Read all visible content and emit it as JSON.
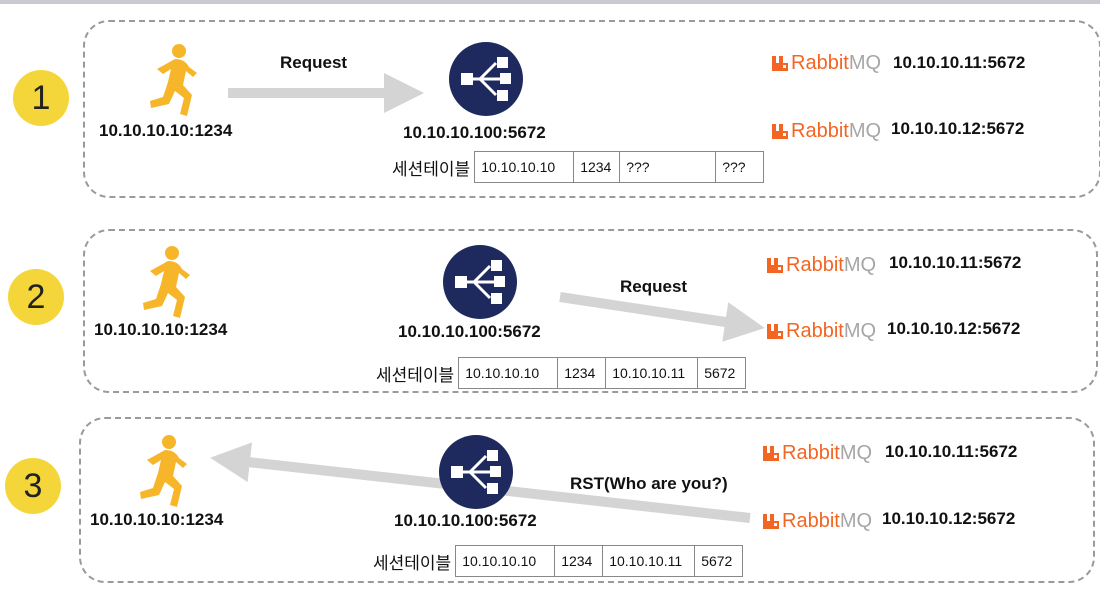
{
  "panels": [
    {
      "step": "1",
      "client": "10.10.10.10:1234",
      "lb": "10.10.10.100:5672",
      "arrow_label": "Request",
      "servers": [
        {
          "brand_a": "Rabbit",
          "brand_b": "MQ",
          "addr": "10.10.10.11:5672"
        },
        {
          "brand_a": "Rabbit",
          "brand_b": "MQ",
          "addr": "10.10.10.12:5672"
        }
      ],
      "table_caption": "세션테이블",
      "table": [
        "10.10.10.10",
        "1234",
        "???",
        "???"
      ]
    },
    {
      "step": "2",
      "client": "10.10.10.10:1234",
      "lb": "10.10.10.100:5672",
      "arrow_label": "Request",
      "servers": [
        {
          "brand_a": "Rabbit",
          "brand_b": "MQ",
          "addr": "10.10.10.11:5672"
        },
        {
          "brand_a": "Rabbit",
          "brand_b": "MQ",
          "addr": "10.10.10.12:5672"
        }
      ],
      "table_caption": "세션테이블",
      "table": [
        "10.10.10.10",
        "1234",
        "10.10.10.11",
        "5672"
      ]
    },
    {
      "step": "3",
      "client": "10.10.10.10:1234",
      "lb": "10.10.10.100:5672",
      "arrow_label": "RST(Who are you?)",
      "servers": [
        {
          "brand_a": "Rabbit",
          "brand_b": "MQ",
          "addr": "10.10.10.11:5672"
        },
        {
          "brand_a": "Rabbit",
          "brand_b": "MQ",
          "addr": "10.10.10.12:5672"
        }
      ],
      "table_caption": "세션테이블",
      "table": [
        "10.10.10.10",
        "1234",
        "10.10.10.11",
        "5672"
      ]
    }
  ],
  "colors": {
    "step_circle": "#f5d63a",
    "runner": "#f7b52a",
    "load_balancer": "#1e2a5e",
    "rabbit_orange": "#f26522",
    "rabbit_gray": "#a6a6a6",
    "arrow": "#d4d4d4"
  },
  "icons": {
    "client": "runner-icon",
    "lb": "load-balancer-icon",
    "server": "rabbitmq-logo"
  }
}
